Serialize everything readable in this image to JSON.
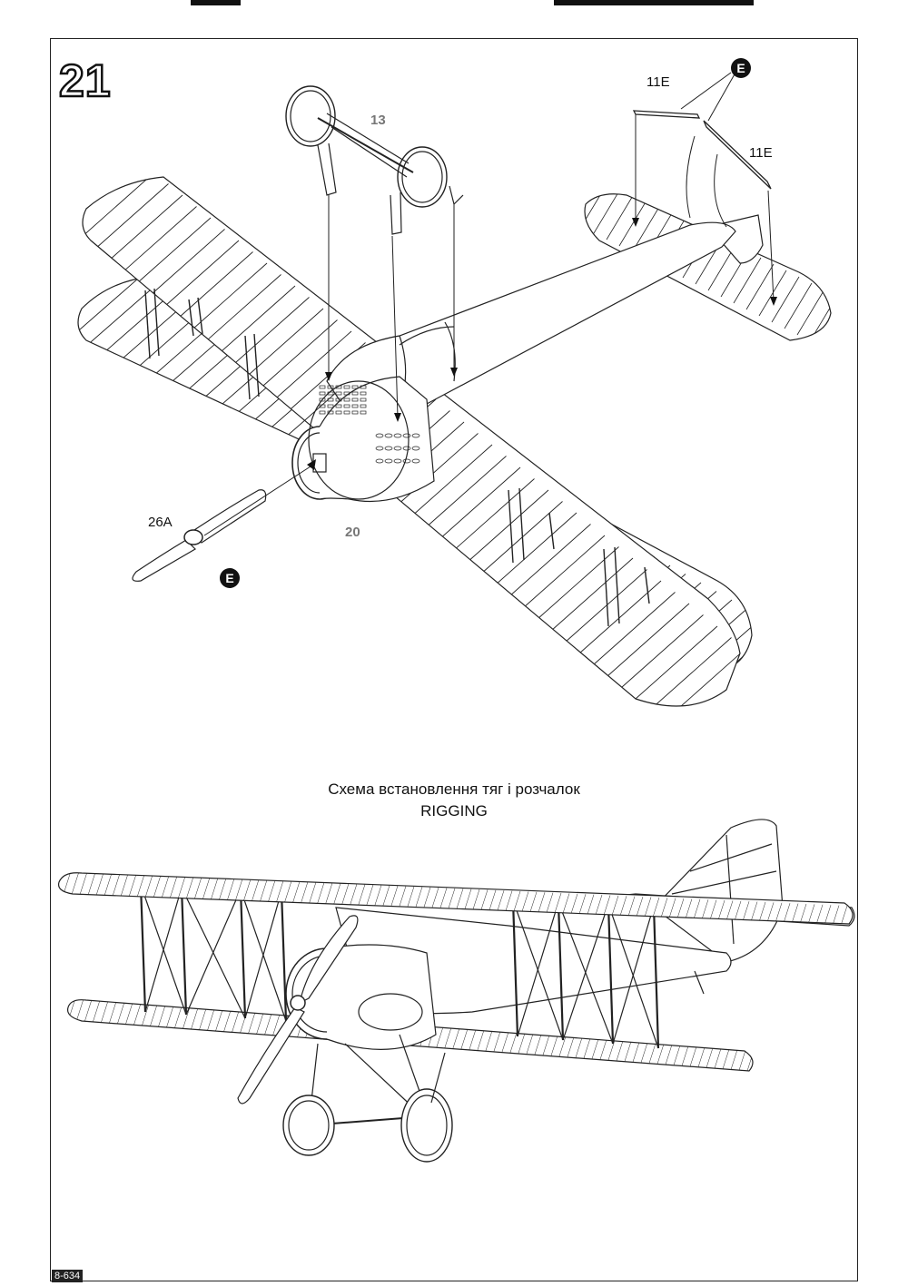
{
  "step": {
    "number": "21"
  },
  "parts": {
    "wheels": "13",
    "struts_left": "11E",
    "struts_right": "11E",
    "cowl": "20",
    "propeller": "26A"
  },
  "sprue_badge": "E",
  "rigging": {
    "title_ua": "Схема встановлення тяг і розчалок",
    "title_en": "RIGGING"
  },
  "footer": {
    "code": "8-634"
  }
}
